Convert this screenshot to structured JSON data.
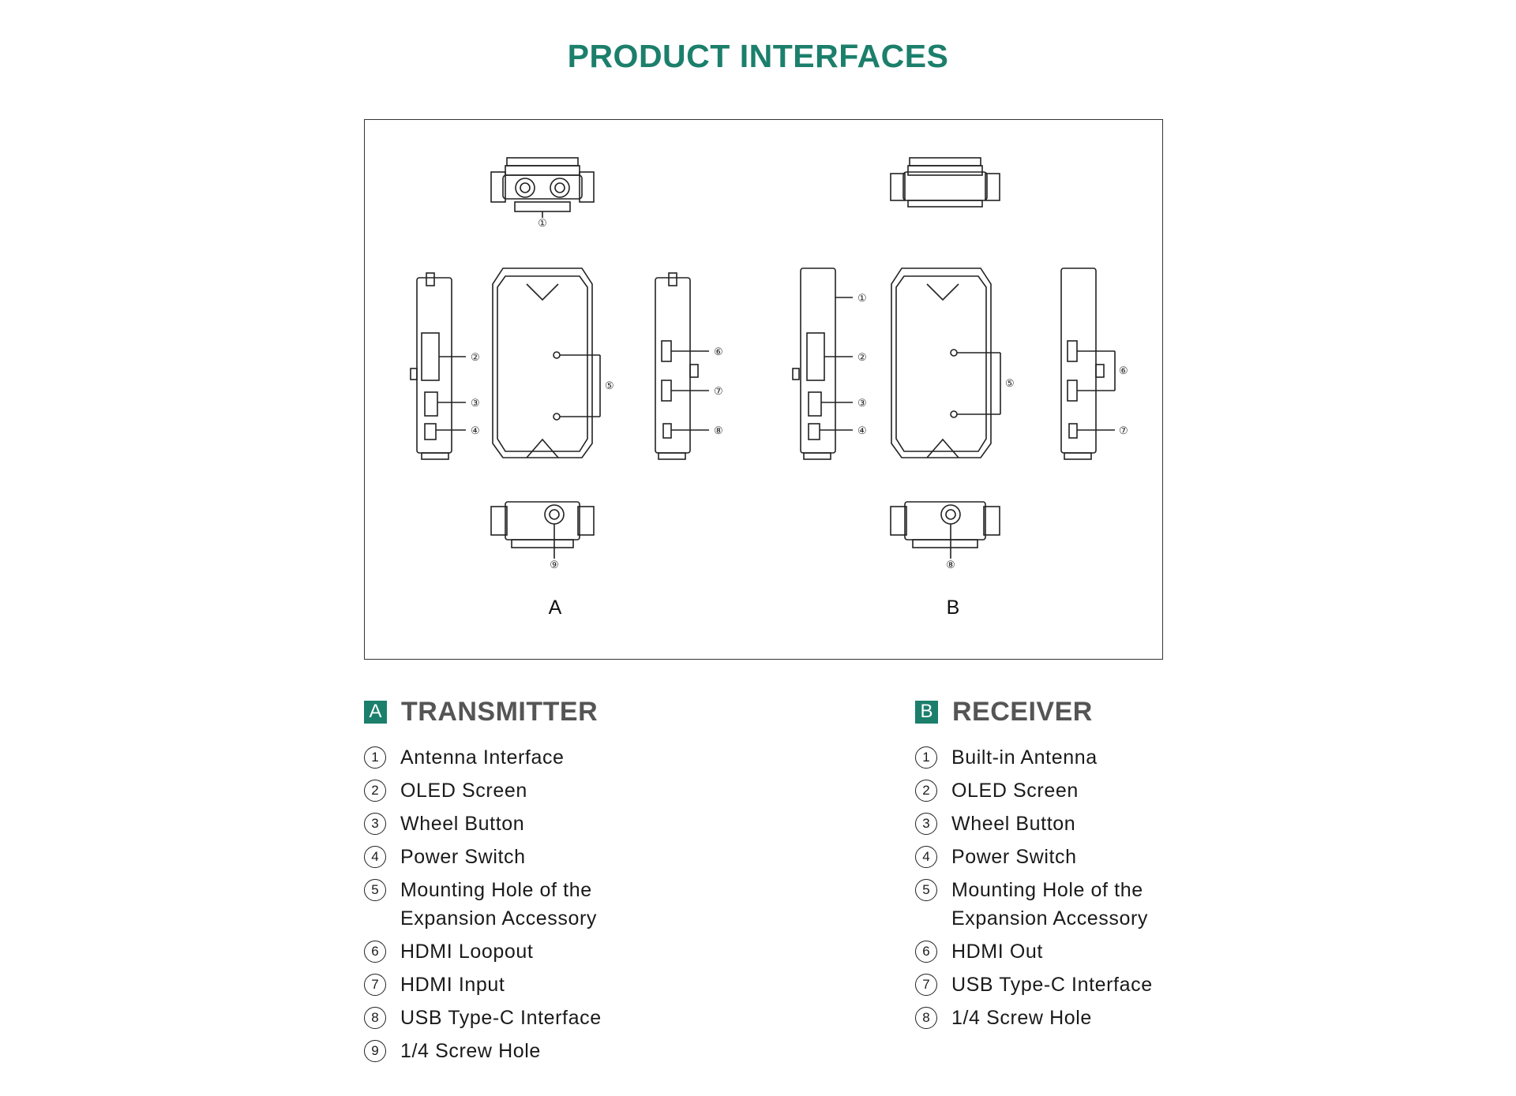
{
  "title": "PRODUCT INTERFACES",
  "figure": {
    "label_a": "A",
    "label_b": "B",
    "callouts_a": [
      "①",
      "②",
      "③",
      "④",
      "⑤",
      "⑥",
      "⑦",
      "⑧",
      "⑨"
    ],
    "callouts_b": [
      "①",
      "②",
      "③",
      "④",
      "⑤",
      "⑥",
      "⑦",
      "⑧"
    ]
  },
  "transmitter": {
    "badge": "A",
    "heading": "TRANSMITTER",
    "items": [
      {
        "num": "1",
        "text": "Antenna Interface"
      },
      {
        "num": "2",
        "text": "OLED Screen"
      },
      {
        "num": "3",
        "text": "Wheel Button"
      },
      {
        "num": "4",
        "text": "Power Switch"
      },
      {
        "num": "5",
        "text": "Mounting Hole of the\nExpansion Accessory"
      },
      {
        "num": "6",
        "text": "HDMI Loopout"
      },
      {
        "num": "7",
        "text": "HDMI Input"
      },
      {
        "num": "8",
        "text": "USB Type-C Interface"
      },
      {
        "num": "9",
        "text": "1/4 Screw Hole"
      }
    ]
  },
  "receiver": {
    "badge": "B",
    "heading": "RECEIVER",
    "items": [
      {
        "num": "1",
        "text": "Built-in Antenna"
      },
      {
        "num": "2",
        "text": "OLED Screen"
      },
      {
        "num": "3",
        "text": "Wheel Button"
      },
      {
        "num": "4",
        "text": "Power Switch"
      },
      {
        "num": "5",
        "text": "Mounting Hole of the\nExpansion Accessory"
      },
      {
        "num": "6",
        "text": "HDMI Out"
      },
      {
        "num": "7",
        "text": "USB Type-C Interface"
      },
      {
        "num": "8",
        "text": "1/4 Screw Hole"
      }
    ]
  },
  "colors": {
    "accent": "#1b7f6b",
    "heading_gray": "#555555",
    "line": "#222222"
  }
}
